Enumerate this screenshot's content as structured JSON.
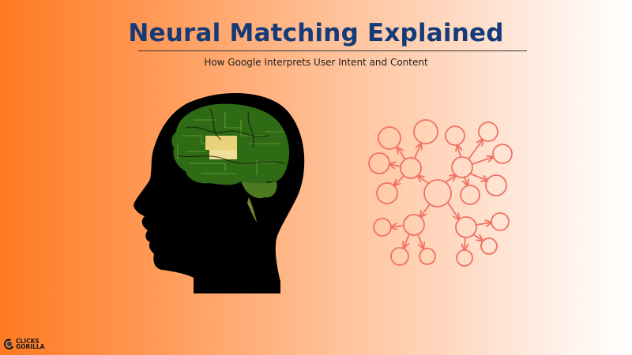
{
  "header": {
    "title": "Neural Matching Explained",
    "subtitle": "How Google Interprets User Intent and Content"
  },
  "illustrations": {
    "left": "head-silhouette-with-circuit-brain",
    "right": "node-network-diagram"
  },
  "logo": {
    "line1": "CLICKS",
    "line2": "GORILLA"
  },
  "colors": {
    "title": "#153a78",
    "network_stroke": "#f07163",
    "background_left": "#ff7a22",
    "background_right": "#ffffff"
  }
}
